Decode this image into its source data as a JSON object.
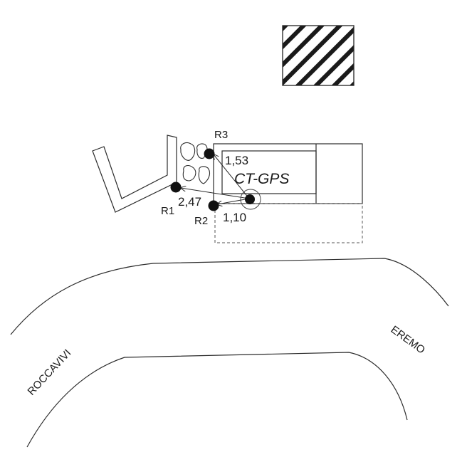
{
  "receivers": [
    {
      "id": "r1",
      "label": "R1"
    },
    {
      "id": "r2",
      "label": "R2"
    },
    {
      "id": "r3",
      "label": "R3"
    }
  ],
  "distances": {
    "r3": "1,53",
    "r1": "2,47",
    "r2": "1,10"
  },
  "station_label": "CT-GPS",
  "roads": {
    "west": "ROCCAVIVI",
    "east": "EREMO"
  },
  "colors": {
    "line": "#2b2b2b",
    "marker": "#111111",
    "background": "#ffffff"
  }
}
